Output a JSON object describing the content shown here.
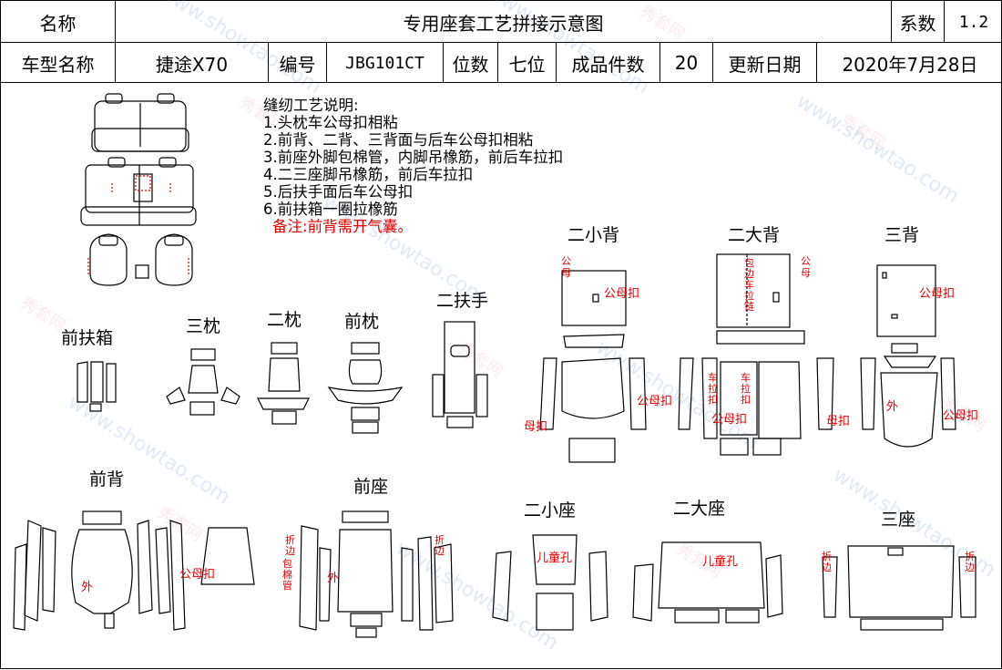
{
  "header": {
    "name_label": "名称",
    "title": "专用座套工艺拼接示意图",
    "coef_label": "系数",
    "coef_value": "1.2",
    "model_label": "车型名称",
    "model_value": "捷途X70",
    "code_label": "编号",
    "code_value": "JBG101CT",
    "seats_label": "位数",
    "seats_value": "七位",
    "pieces_label": "成品件数",
    "pieces_value": "20",
    "date_label": "更新日期",
    "date_value": "2020年7月28日"
  },
  "notes": {
    "heading": "缝纫工艺说明:",
    "items": [
      "1.头枕车公母扣相粘",
      "2.前背、二背、三背面与后车公母扣相粘",
      "3.前座外脚包棉管，内脚吊橡筋，前后车拉扣",
      "4.二三座脚吊橡筋，前后车拉扣",
      "5.后扶手面后车公母扣",
      "6.前扶箱一圈拉橡筋"
    ],
    "remark": "备注:前背需开气囊。"
  },
  "sections": {
    "front_armbox": "前扶箱",
    "third_headrest": "三枕",
    "second_headrest": "二枕",
    "front_headrest": "前枕",
    "second_armrest": "二扶手",
    "second_small_back": "二小背",
    "second_large_back": "二大背",
    "third_back": "三背",
    "front_back": "前背",
    "front_seat": "前座",
    "second_small_seat": "二小座",
    "second_large_seat": "二大座",
    "third_seat": "三座"
  },
  "annotations": {
    "male": "公",
    "female": "母",
    "male_female_clip": "公母扣",
    "female_clip": "母扣",
    "outer": "外",
    "child_hole": "儿童孔",
    "vertical_bind_zipper": "包边车拉链",
    "vertical_pull_clip": "车拉扣",
    "vertical_fold": "折边",
    "vertical_foam_tube": "包棉管"
  },
  "watermark": {
    "site": "www.showtao.com",
    "brand": "秀套网"
  },
  "colors": {
    "annotation_red": "#e00000",
    "line": "#000000"
  }
}
